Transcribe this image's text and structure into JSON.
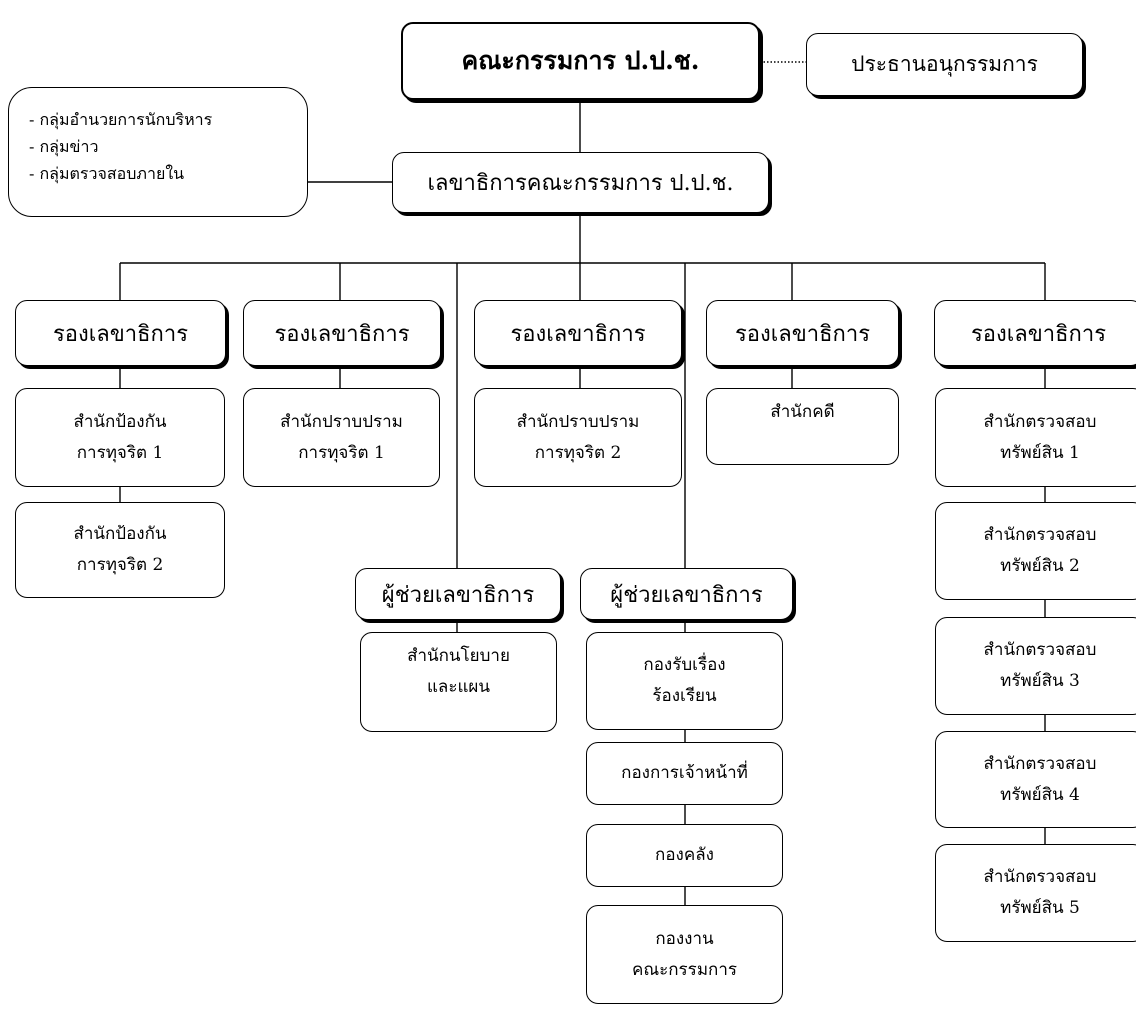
{
  "top": {
    "committee": "คณะกรรมการ ป.ป.ช.",
    "subcommittee_chair": "ประธานอนุกรรมการ"
  },
  "support_units": [
    "- กลุ่มอำนวยการนักบริหาร",
    "- กลุ่มข่าว",
    "- กลุ่มตรวจสอบภายใน"
  ],
  "secretary_general": "เลขาธิการคณะกรรมการ ป.ป.ช.",
  "deputies": [
    {
      "label": "รองเลขาธิการ",
      "units": [
        [
          "สำนักป้องกัน",
          "การทุจริต 1"
        ],
        [
          "สำนักป้องกัน",
          "การทุจริต 2"
        ]
      ]
    },
    {
      "label": "รองเลขาธิการ",
      "units": [
        [
          "สำนักปราบปราม",
          "การทุจริต 1"
        ]
      ]
    },
    {
      "label": "รองเลขาธิการ",
      "units": [
        [
          "สำนักปราบปราม",
          "การทุจริต 2"
        ]
      ]
    },
    {
      "label": "รองเลขาธิการ",
      "units": [
        [
          "สำนักคดี"
        ]
      ]
    },
    {
      "label": "รองเลขาธิการ",
      "units": [
        [
          "สำนักตรวจสอบ",
          "ทรัพย์สิน 1"
        ],
        [
          "สำนักตรวจสอบ",
          "ทรัพย์สิน 2"
        ],
        [
          "สำนักตรวจสอบ",
          "ทรัพย์สิน 3"
        ],
        [
          "สำนักตรวจสอบ",
          "ทรัพย์สิน 4"
        ],
        [
          "สำนักตรวจสอบ",
          "ทรัพย์สิน 5"
        ]
      ]
    }
  ],
  "assistants": [
    {
      "label": "ผู้ช่วยเลขาธิการ",
      "units": [
        [
          "สำนักนโยบาย",
          "และแผน"
        ]
      ]
    },
    {
      "label": "ผู้ช่วยเลขาธิการ",
      "units": [
        [
          "กองรับเรื่อง",
          "ร้องเรียน"
        ],
        [
          "กองการเจ้าหน้าที่"
        ],
        [
          "กองคลัง"
        ],
        [
          "กองงาน",
          "คณะกรรมการ"
        ]
      ]
    }
  ]
}
